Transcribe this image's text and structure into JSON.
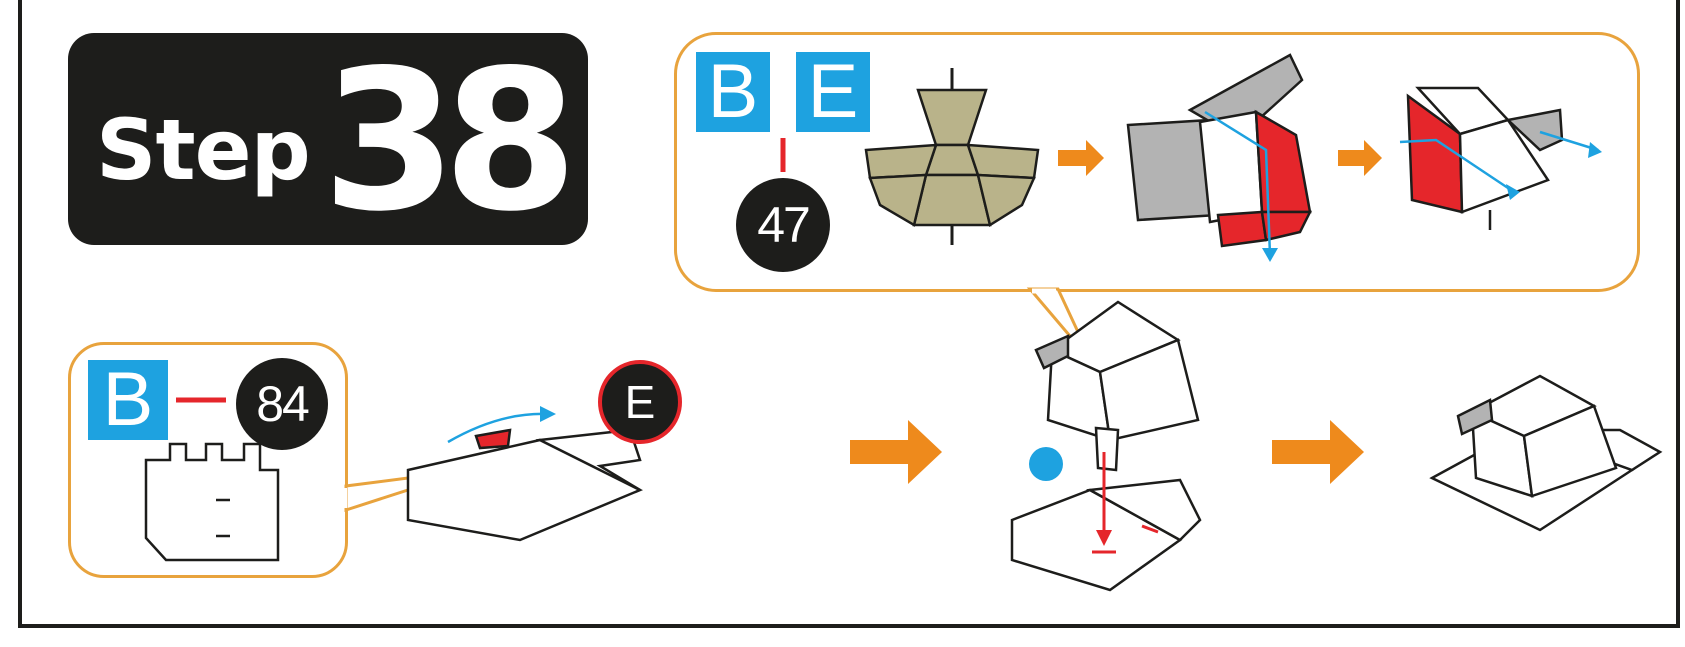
{
  "step": {
    "word": "Step",
    "number": "38"
  },
  "callout_top": {
    "part_tags": [
      "B",
      "E"
    ],
    "sheet_number": "47"
  },
  "callout_left": {
    "part_tag": "B",
    "sheet_number": "84"
  },
  "pin_label": "E",
  "colors": {
    "frame": "#1d1d1b",
    "callout_border": "#e8a33d",
    "tag_blue": "#1ea2e0",
    "flow_arrow": "#ee8a1c",
    "highlight_red": "#e5262b",
    "part_khaki": "#b9b38a",
    "part_gray": "#b3b3b3",
    "guide_blue": "#1ea2e0"
  },
  "icons": [
    "orange-arrow-icon",
    "blue-fold-arrow-icon",
    "blue-dot-icon",
    "red-insert-arrow-icon"
  ]
}
